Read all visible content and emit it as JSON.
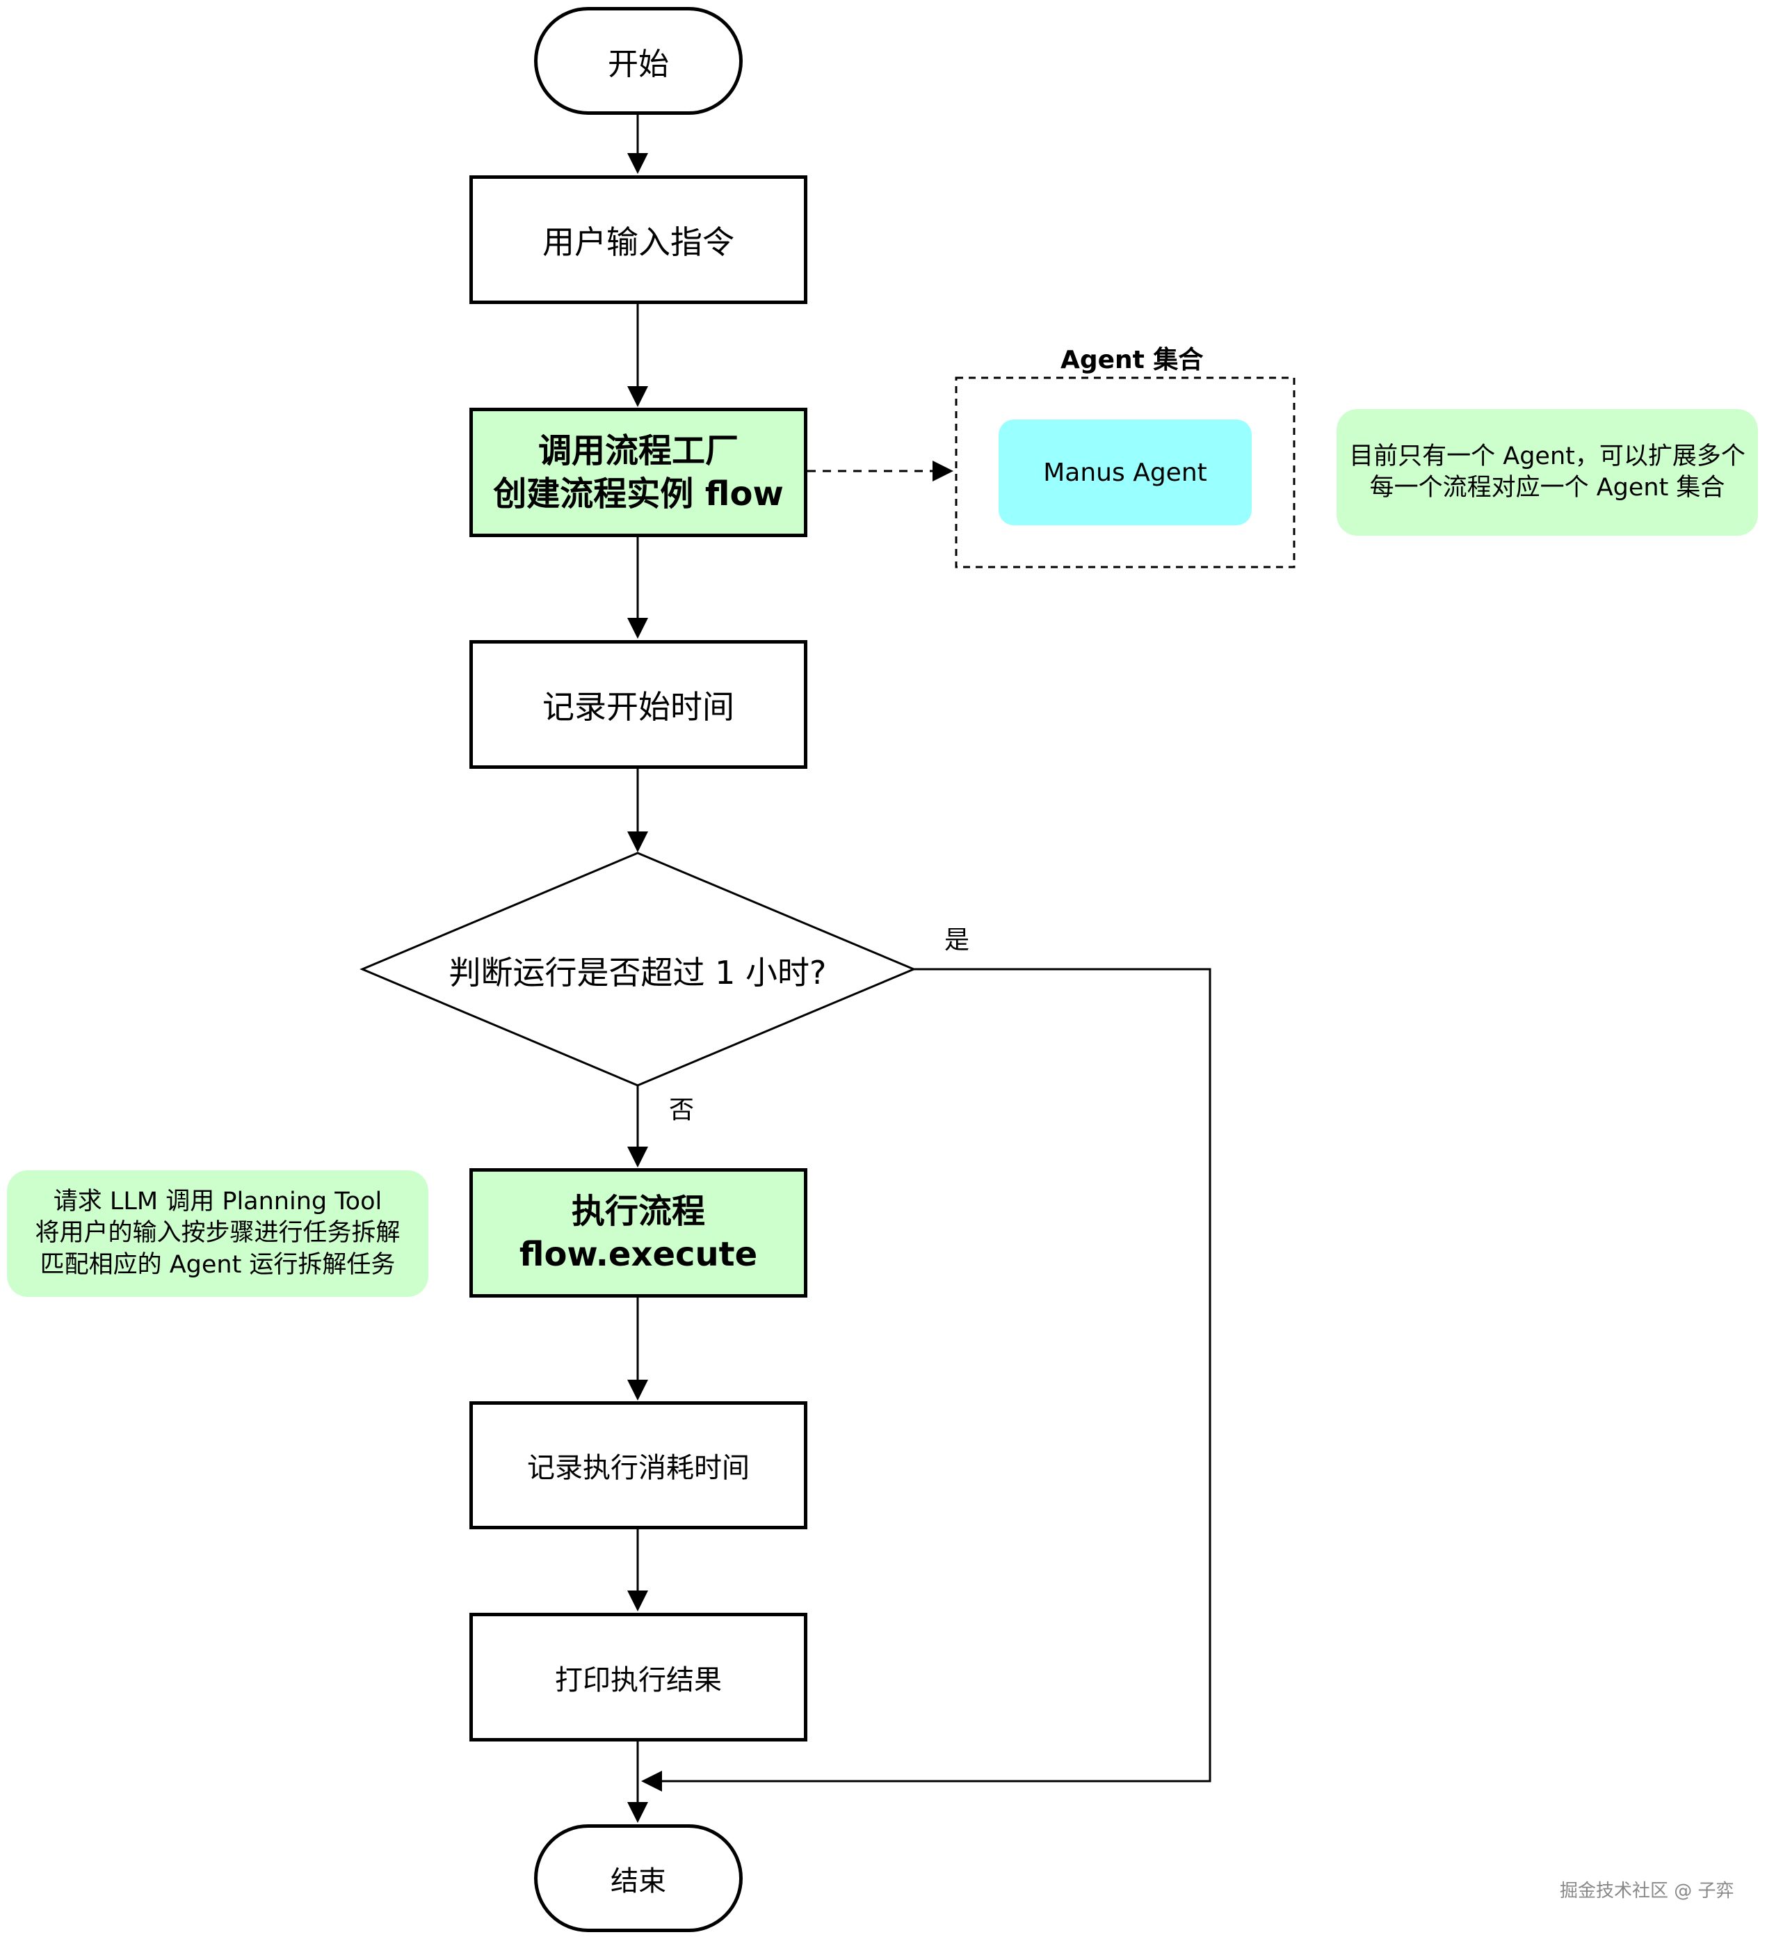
{
  "nodes": {
    "start": "开始",
    "user_input": "用户输入指令",
    "factory_line1": "调用流程工厂",
    "factory_line2": "创建流程实例 flow",
    "record_start": "记录开始时间",
    "decision": "判断运行是否超过 1 小时?",
    "execute_line1": "执行流程",
    "execute_line2": "flow.execute",
    "record_exec": "记录执行消耗时间",
    "print_result": "打印执行结果",
    "end": "结束"
  },
  "agent_group": {
    "title": "Agent 集合",
    "agent": "Manus Agent"
  },
  "edge_labels": {
    "yes": "是",
    "no": "否"
  },
  "notes": {
    "agents_line1": "目前只有一个 Agent，可以扩展多个",
    "agents_line2": "每一个流程对应一个 Agent 集合",
    "planning_line1": "请求 LLM 调用 Planning Tool",
    "planning_line2": "将用户的输入按步骤进行任务拆解",
    "planning_line3": "匹配相应的 Agent 运行拆解任务"
  },
  "watermark": "掘金技术社区 @ 子弈",
  "colors": {
    "highlight_green": "#ccffcc",
    "agent_cyan": "#99ffff",
    "stroke": "#000000"
  }
}
